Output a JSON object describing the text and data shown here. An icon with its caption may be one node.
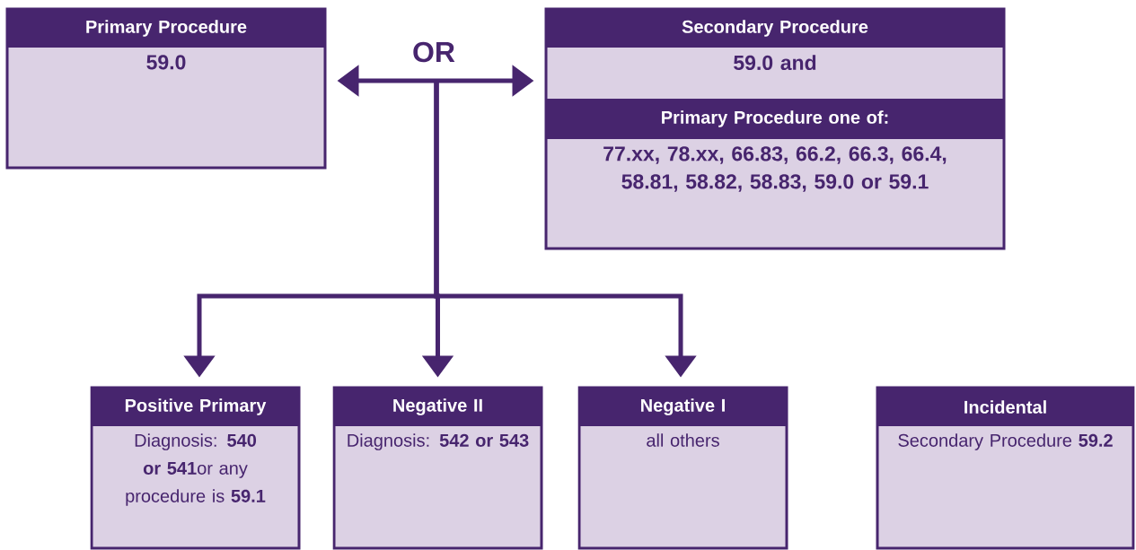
{
  "diagram": {
    "nodes": [
      {
        "text": [
          "Primary Procedure",
          "59.0"
        ]
      },
      {
        "text": [
          "Secondary Procedure",
          "59.0 and",
          "Primary Procedure one of:",
          "77.xx, 78.xx, 66.83, 66.2, 66.3, 66.4, 58.81, 58.82, 58.83, 59.0 or 59.1"
        ]
      },
      {
        "text": [
          "Positive Primary",
          "Diagnosis: **540 or 541**or any procedure is **59.1**"
        ]
      },
      {
        "text": [
          "Negative II",
          "Diagnosis: **542 or 543**"
        ]
      },
      {
        "text": [
          "Negative I",
          "all others"
        ]
      },
      {
        "text": [
          "Incidental",
          "Secondary Procedure **59.2**"
        ]
      }
    ],
    "edges": [
      {
        "from": 0,
        "to": 1,
        "arrow": "both",
        "label": "OR"
      },
      {
        "from": null,
        "to": 2,
        "arrow": "to"
      },
      {
        "from": null,
        "to": 3,
        "arrow": "to"
      },
      {
        "from": null,
        "to": 4,
        "arrow": "to"
      }
    ]
  }
}
